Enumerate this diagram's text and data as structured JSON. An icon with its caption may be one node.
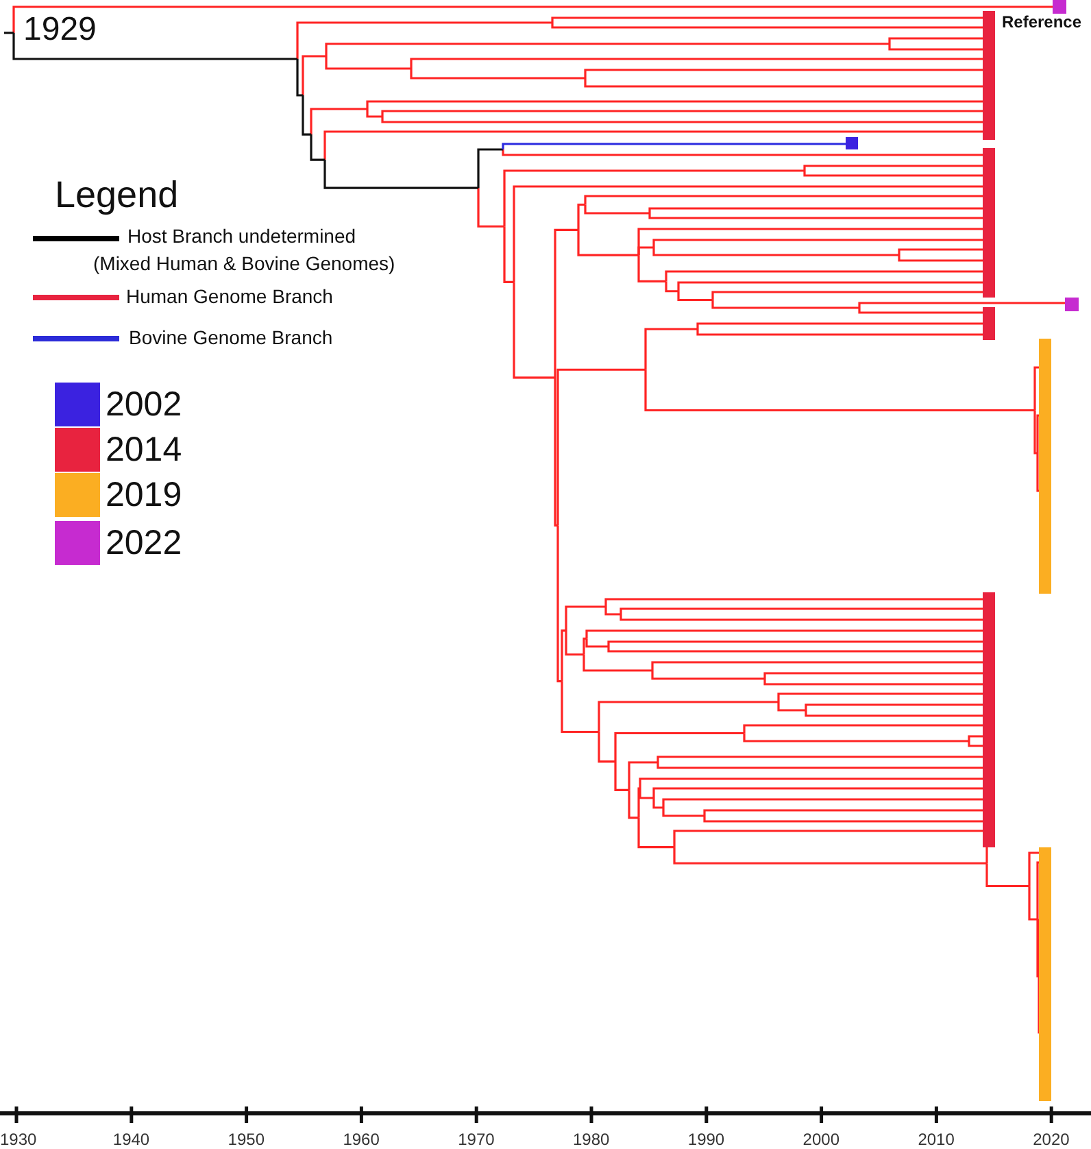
{
  "diagram": {
    "labels": [
      "1929",
      "Reference",
      "Legend",
      "1930",
      "1940",
      "1950",
      "1960",
      "1970",
      "1980",
      "1990",
      "2000",
      "2010",
      "2020"
    ],
    "legend": [
      {
        "text": "Host Branch undetermined (Mixed Human & Bovine Genomes)"
      },
      {
        "text": "Human Genome Branch"
      },
      {
        "text": "Bovine Genome Branch"
      },
      {
        "text": "2002",
        "color": "#3b22e0"
      },
      {
        "text": "2014",
        "color": "#e8233f"
      },
      {
        "text": "2019",
        "color": "#fbae22"
      },
      {
        "text": "2022",
        "color": "#c62bd0"
      }
    ]
  }
}
